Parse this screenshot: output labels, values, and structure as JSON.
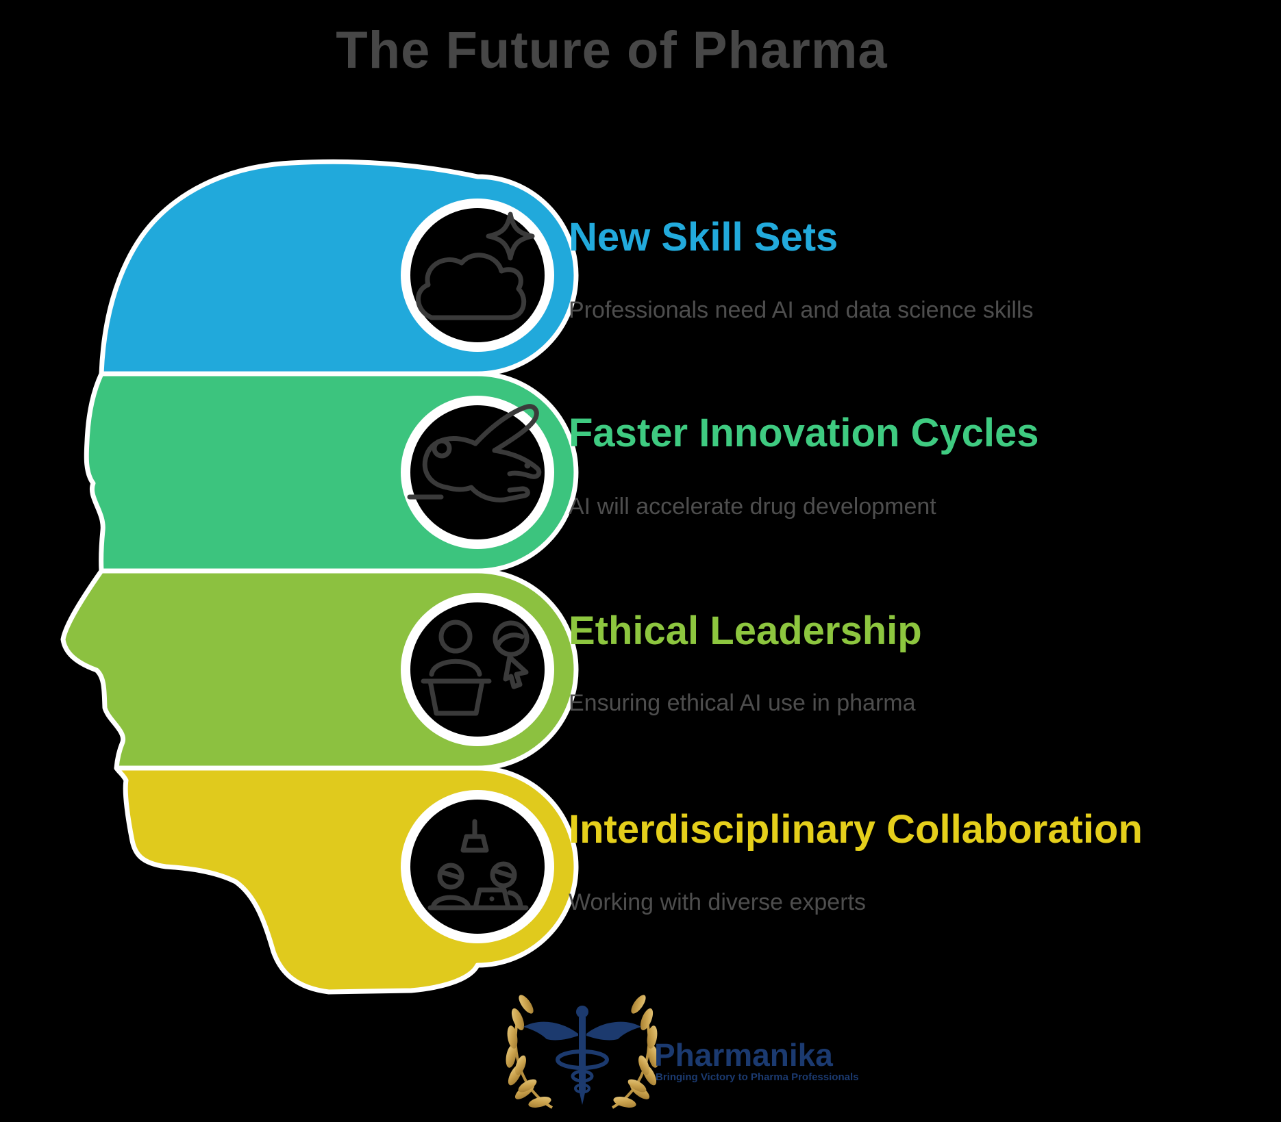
{
  "title": "The Future of Pharma",
  "sections": [
    {
      "heading": "New Skill Sets",
      "body": "Professionals need AI and data science skills",
      "color": "#22AADC",
      "icon": "cloud-sparkle-icon"
    },
    {
      "heading": "Faster Innovation Cycles",
      "body": "AI will accelerate drug development",
      "color": "#3FCB81",
      "icon": "rabbit-icon"
    },
    {
      "heading": "Ethical Leadership",
      "body": "Ensuring ethical AI use in pharma",
      "color": "#8DC63F",
      "icon": "person-podium-icon"
    },
    {
      "heading": "Interdisciplinary Collaboration",
      "body": "Working with diverse experts",
      "color": "#E5CF1B",
      "icon": "team-collaboration-icon"
    }
  ],
  "logo": {
    "name": "Pharmanika",
    "tagline": "Bringing Victory to Pharma Professionals",
    "text_color": "#1b3a70"
  },
  "colors": {
    "background": "#000000",
    "title": "#474747",
    "body_text": "#4e4e4e",
    "band_blue": "#21A9DB",
    "band_green": "#3CC47E",
    "band_olive": "#8CC140",
    "band_yellow": "#E0CA1D",
    "outline": "#FFFFFF",
    "icon_circle": "#000000",
    "icon_stroke": "#3a3a3a",
    "caduceus_navy": "#1c3a6e"
  }
}
